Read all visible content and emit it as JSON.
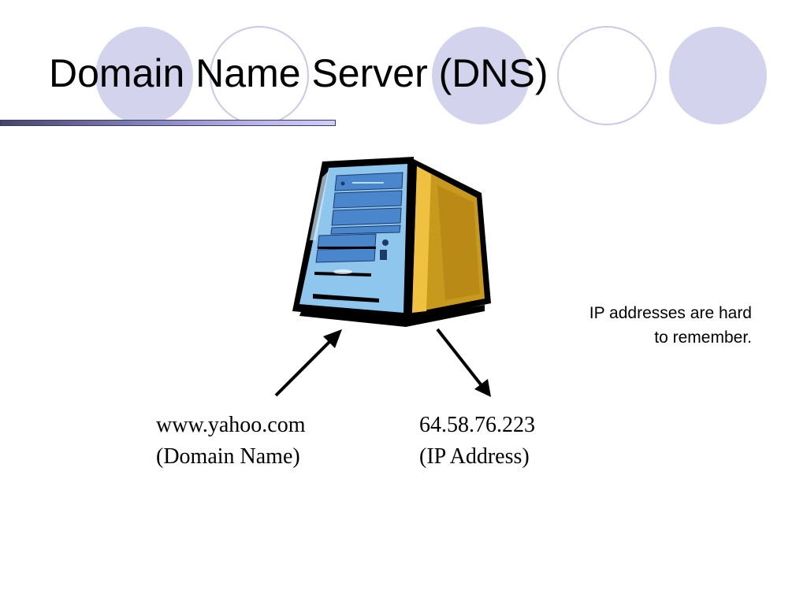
{
  "slide": {
    "title": "Domain Name Server (DNS)",
    "note": {
      "line1": "IP addresses are hard",
      "line2": "to remember."
    },
    "domain_label": {
      "value": "www.yahoo.com",
      "caption": "(Domain Name)"
    },
    "ip_label": {
      "value": "64.58.76.223",
      "caption": "(IP Address)"
    }
  },
  "icons": {
    "server": "server-computer-icon"
  },
  "colors": {
    "circle_fill": "#d3d3ee",
    "circle_outline": "#c9c9e8",
    "title_bar_dark": "#45456a",
    "title_bar_light": "#cfcff8",
    "server_front": "#8fc6ee",
    "server_side": "#c79a1e"
  }
}
